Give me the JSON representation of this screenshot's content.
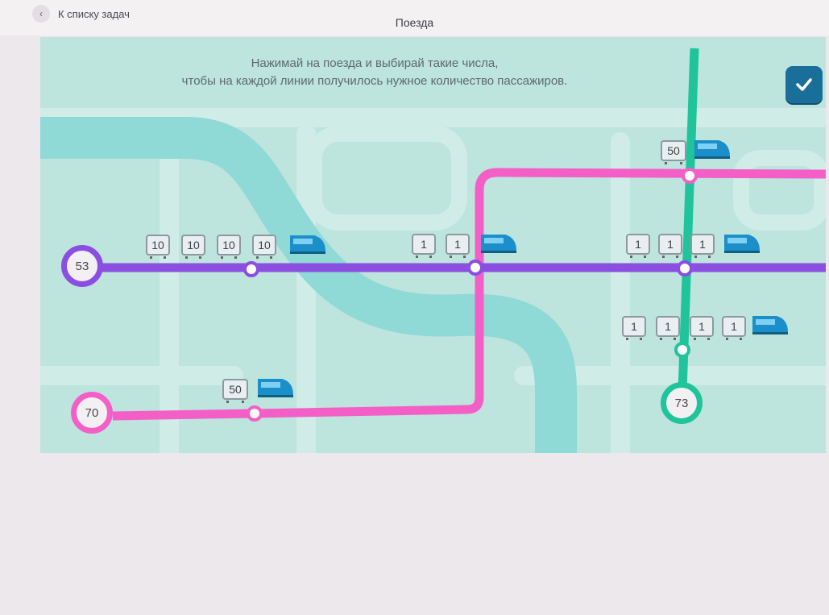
{
  "topbar": {
    "back_label": "К списку задач",
    "back_icon": "chevron-left-icon",
    "title": "Поезда"
  },
  "instructions": {
    "line1": "Нажимай на поезда и выбирай такие числа,",
    "line2": "чтобы на каждой линии получилось нужное количество пассажиров."
  },
  "check_button": {
    "icon": "checkmark-icon",
    "color": "#1a6f9a"
  },
  "colors": {
    "purple_line": "#8a4fe0",
    "pink_line": "#f45fc7",
    "green_line": "#1fc49a",
    "train": "#1b8fc9",
    "river": "#8fd9d6"
  },
  "stations": [
    {
      "line": "purple",
      "target": "53"
    },
    {
      "line": "pink",
      "target": "70"
    },
    {
      "line": "green",
      "target": "73"
    }
  ],
  "trains": [
    {
      "line": "purple",
      "wagons": [
        "10",
        "10",
        "10",
        "10"
      ]
    },
    {
      "line": "purple",
      "wagons": [
        "1",
        "1"
      ]
    },
    {
      "line": "purple",
      "wagons": [
        "1",
        "1",
        "1"
      ]
    },
    {
      "line": "pink",
      "wagons": [
        "50"
      ]
    },
    {
      "line": "pink",
      "wagons": [
        "50"
      ]
    },
    {
      "line": "green",
      "wagons": [
        "1",
        "1",
        "1",
        "1"
      ]
    }
  ]
}
